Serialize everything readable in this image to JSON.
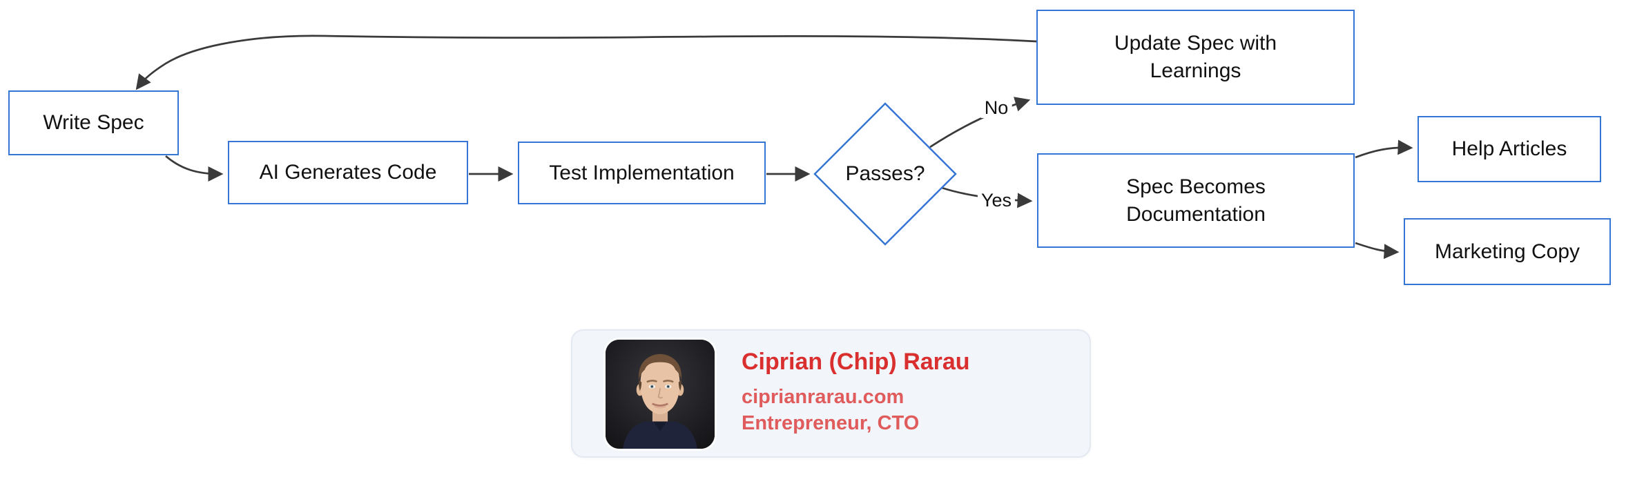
{
  "diagram": {
    "nodes": {
      "write_spec": "Write Spec",
      "ai_generates_code": "AI Generates Code",
      "test_implementation": "Test Implementation",
      "passes_decision": "Passes?",
      "update_spec_with_learnings": "Update Spec with Learnings",
      "spec_becomes_documentation": "Spec Becomes Documentation",
      "help_articles": "Help Articles",
      "marketing_copy": "Marketing Copy"
    },
    "edge_labels": {
      "no": "No",
      "yes": "Yes"
    },
    "colors": {
      "node_border": "#3575d4",
      "node_fill": "#ffffff",
      "node_text": "#111111",
      "edge_stroke": "#3a3a3a"
    }
  },
  "profile_card": {
    "name": "Ciprian (Chip) Rarau",
    "website": "ciprianrarau.com",
    "title": "Entrepreneur, CTO",
    "colors": {
      "card_background": "#f2f5f9",
      "card_border": "#e4e9f1",
      "name_text": "#d92f2f",
      "secondary_text": "#e05c5c"
    }
  }
}
